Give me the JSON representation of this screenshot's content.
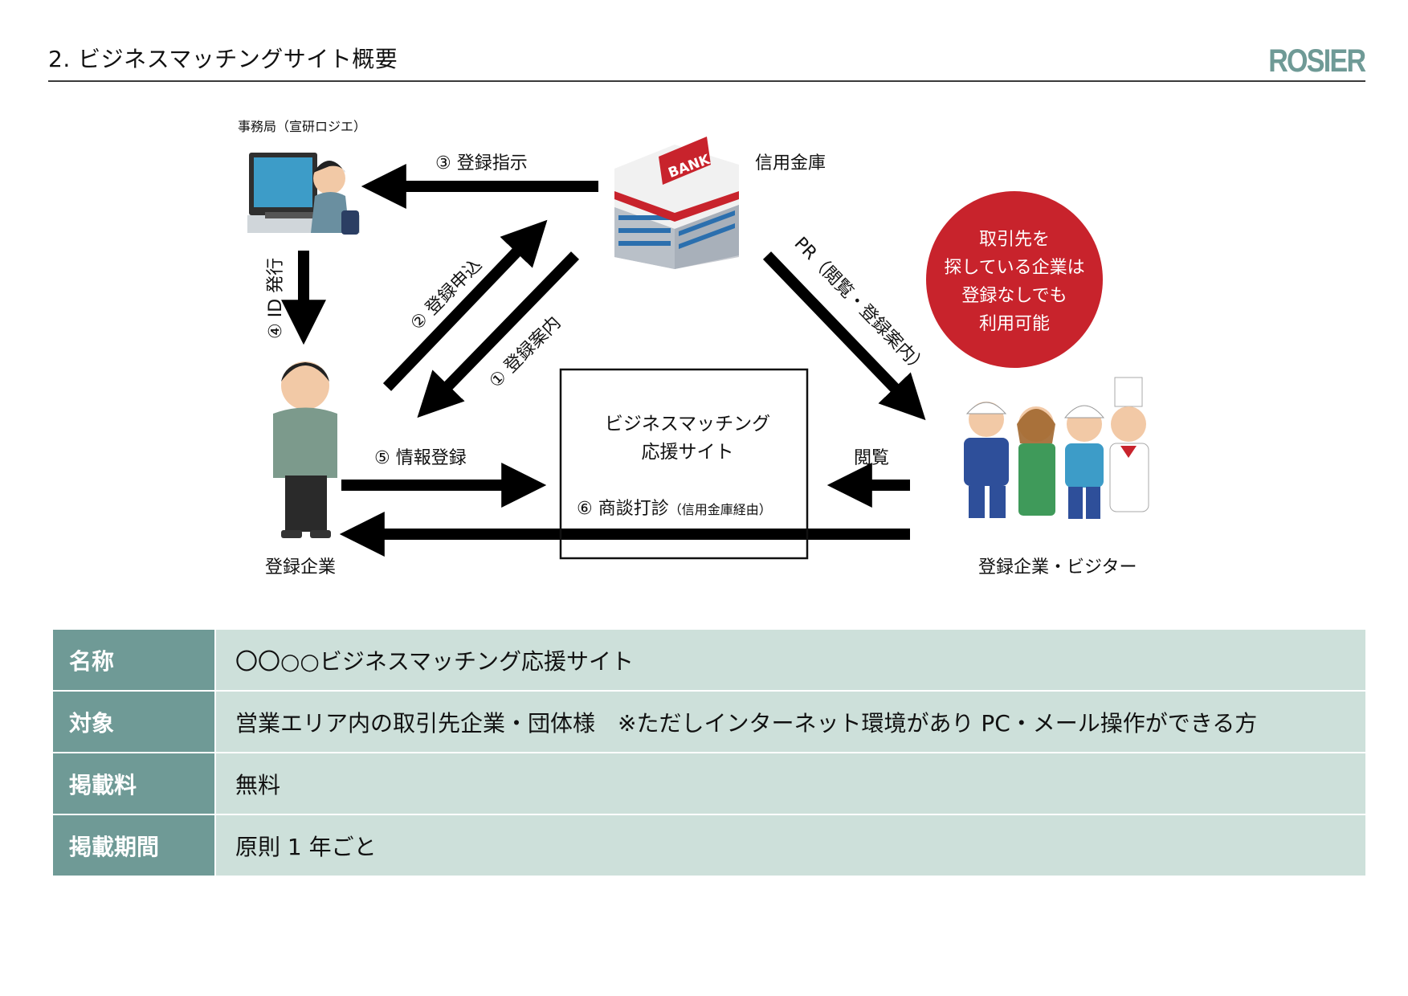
{
  "header": {
    "title": "2. ビジネスマッチングサイト概要",
    "logo": "ROSIER"
  },
  "diagram": {
    "secretariat_label": "事務局（宣研ロジエ）",
    "bank_sign": "BANK",
    "bank_label": "信用金庫",
    "arrow_instruction": "③ 登録指示",
    "arrow_id_issue": "④ ID 発行",
    "arrow_application": "② 登録申込",
    "arrow_guidance": "① 登録案内",
    "arrow_pr": "PR（閲覧・登録案内）",
    "arrow_register_info": "⑤ 情報登録",
    "arrow_browse": "閲覧",
    "site_name_line1": "ビジネスマッチング",
    "site_name_line2": "応援サイト",
    "negotiation_main": "⑥ 商談打診",
    "negotiation_note": "（信用金庫経由）",
    "company_label": "登録企業",
    "visitors_label": "登録企業・ビジター",
    "callout_lines": [
      "取引先を",
      "探している企業は",
      "登録なしでも",
      "利用可能"
    ]
  },
  "table": {
    "rows": [
      {
        "key": "名称",
        "value": "〇〇○○ビジネスマッチング応援サイト"
      },
      {
        "key": "対象",
        "value": "営業エリア内の取引先企業・団体様　※ただしインターネット環境があり PC・メール操作ができる方"
      },
      {
        "key": "掲載料",
        "value": "無料"
      },
      {
        "key": "掲載期間",
        "value": "原則 1 年ごと"
      }
    ]
  },
  "colors": {
    "accent": "#6f9a96",
    "table_value_bg": "#cde0da",
    "callout_red": "#c8232c",
    "arrow": "#000000"
  }
}
